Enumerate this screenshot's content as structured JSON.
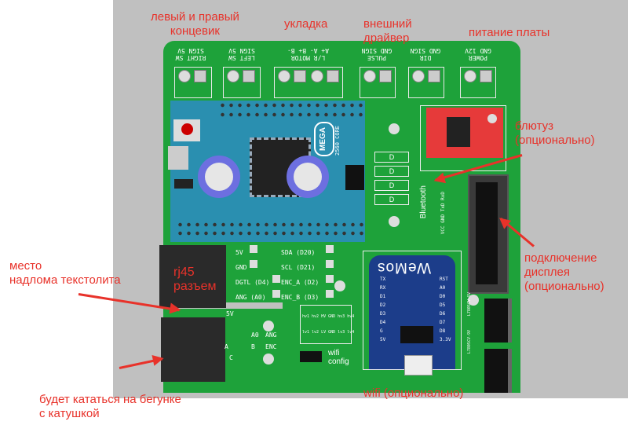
{
  "annotations": {
    "limit_switches": [
      "левый и правый",
      "концевик"
    ],
    "laying": "укладка",
    "external_driver": [
      "внешний",
      "драйвер"
    ],
    "board_power": "питание платы",
    "bluetooth": [
      "блютуз",
      "(опционально)"
    ],
    "display": [
      "подключение",
      "дисплея",
      "(опционально)"
    ],
    "break_point": [
      "место",
      "надлома текстолита"
    ],
    "rj45": [
      "rj45",
      "разъем"
    ],
    "slider": [
      "будет кататься на бегунке",
      "с катушкой"
    ],
    "wifi": "wifi (опционально)"
  },
  "terminals": [
    {
      "top": "RIGHT SW",
      "bottom": "SIGN 5V"
    },
    {
      "top": "LEFT SW",
      "bottom": "SIGN 5V"
    },
    {
      "top": "L/R MOTOR",
      "bottom": "A+ A- B+ B-"
    },
    {
      "top": "PULSE",
      "bottom": "GND SIGN"
    },
    {
      "top": "DIR",
      "bottom": "GND SIGN"
    },
    {
      "top": "POWER",
      "bottom": "GND 12V"
    }
  ],
  "mega": {
    "logo": "MEGA",
    "sub": "2560 CORE"
  },
  "pins_left": [
    "5V",
    "GND",
    "DGTL (D4)",
    "ANG (A0)"
  ],
  "pins_right": [
    "SDA (D20)",
    "SCL (D21)",
    "ENC_A (D2)",
    "ENC_B (D3)"
  ],
  "d_labels": [
    "D",
    "D",
    "D",
    "D"
  ],
  "bluetooth_silk": {
    "title": "Bluetooth",
    "pins": "VCC GND TxD RxD"
  },
  "level_shifter": {
    "top": "hv1 hv2 HV GND hv3 hv4",
    "bottom": "lv1 lv2 LV GND lv3 lv4"
  },
  "wifi_config": [
    "wifi",
    "config"
  ],
  "small_conn": {
    "v5": "5V",
    "a0": "A0",
    "ang": "ANG",
    "a": "A",
    "b": "B",
    "enc": "ENC",
    "c": "C"
  },
  "wemos": {
    "title": "WeMos",
    "left_pins": [
      "TX",
      "RX",
      "D1",
      "D2",
      "D3",
      "D4",
      "G",
      "5V"
    ],
    "right_pins": [
      "RST",
      "A0",
      "D0",
      "D5",
      "D6",
      "D7",
      "D8",
      "3.3V"
    ]
  },
  "regulators": [
    "L7805CV-5V",
    "L7805CV-9V"
  ],
  "colors": {
    "annotation": "#e8322a",
    "pcb": "#1ea23a",
    "mega": "#2a8fb0",
    "driver": "#e63a3a",
    "wemos": "#1c3d8a"
  }
}
